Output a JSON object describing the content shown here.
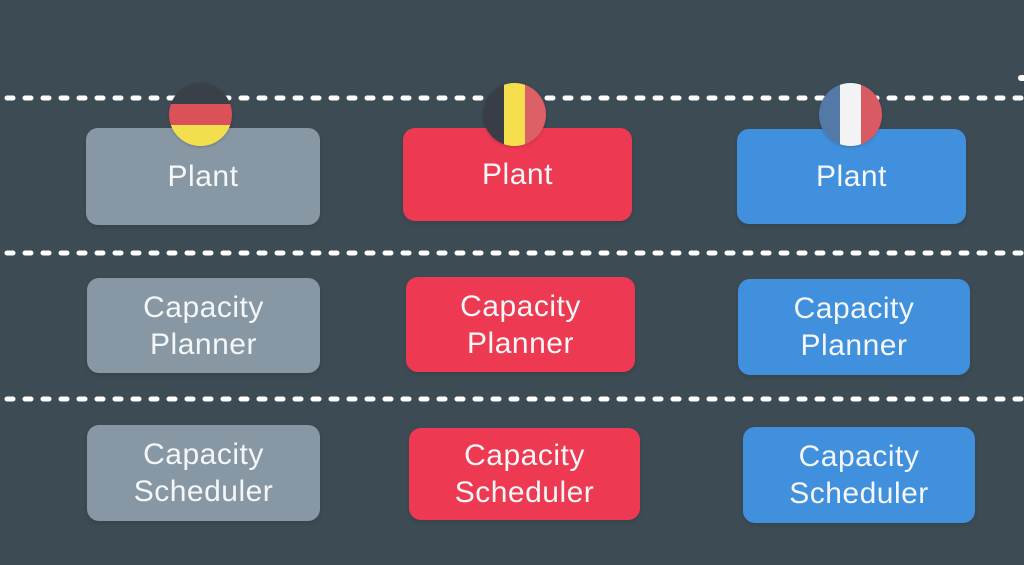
{
  "background_color": "#3d4b54",
  "text_color": "#f4f6f7",
  "separator": {
    "color": "#ffffff",
    "count": 3
  },
  "columns": [
    {
      "country": "Germany",
      "flag_icon": "germany-flag-icon",
      "flag_orientation": "horizontal",
      "flag_stripes": [
        "#3a4047",
        "#da5158",
        "#f2df4e"
      ],
      "box_color": "#8798a4",
      "labels": {
        "plant": "Plant",
        "planner": "Capacity Planner",
        "scheduler": "Capacity Scheduler"
      }
    },
    {
      "country": "Belgium",
      "flag_icon": "belgium-flag-icon",
      "flag_orientation": "vertical",
      "flag_stripes": [
        "#393e46",
        "#f5df4d",
        "#dd6066"
      ],
      "box_color": "#ed3a52",
      "labels": {
        "plant": "Plant",
        "planner": "Capacity Planner",
        "scheduler": "Capacity Scheduler"
      }
    },
    {
      "country": "France",
      "flag_icon": "france-flag-icon",
      "flag_orientation": "vertical",
      "flag_stripes": [
        "#5379a7",
        "#f4f3f4",
        "#d95a63"
      ],
      "box_color": "#4190dd",
      "labels": {
        "plant": "Plant",
        "planner": "Capacity Planner",
        "scheduler": "Capacity Scheduler"
      }
    }
  ]
}
